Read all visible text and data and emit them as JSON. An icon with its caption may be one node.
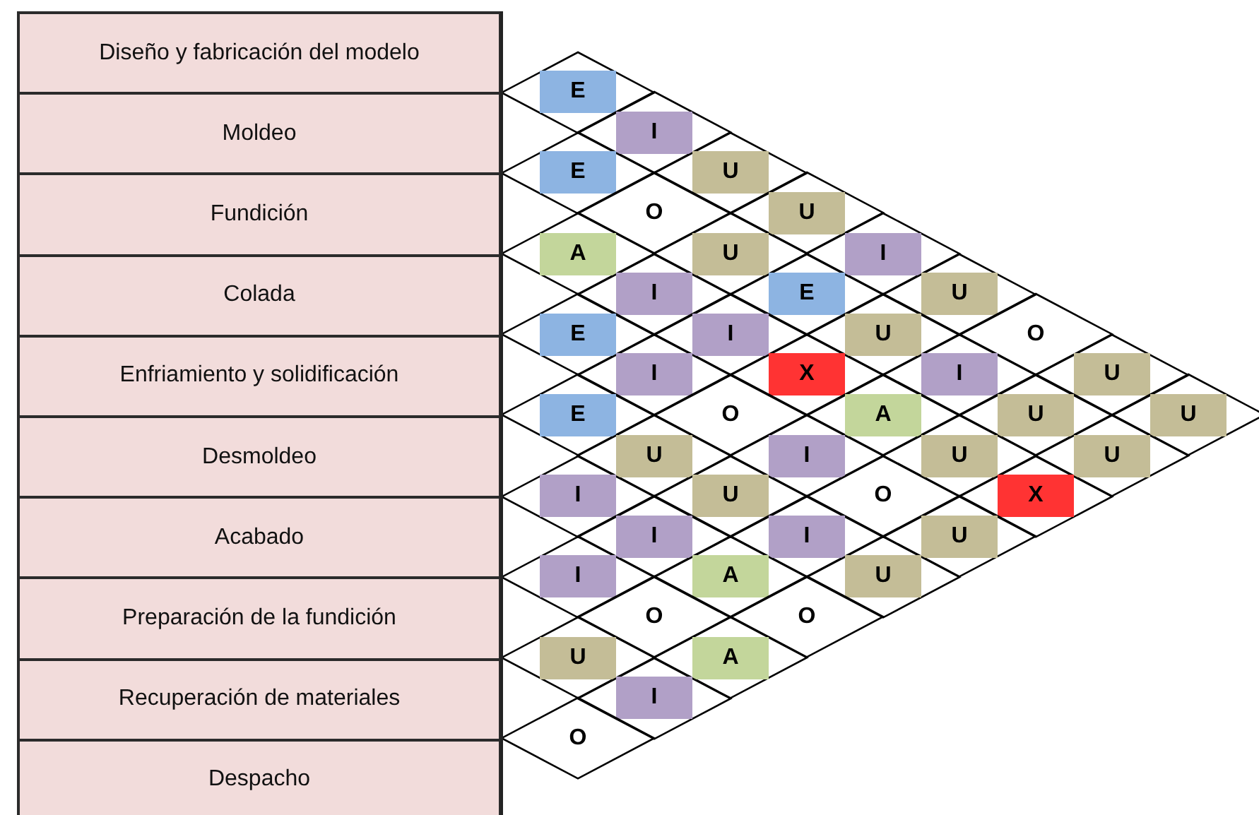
{
  "diagram": {
    "nodes": [
      {
        "text": [
          "Diseño y fabricación del modelo"
        ]
      },
      {
        "text": [
          "Moldeo"
        ]
      },
      {
        "text": [
          "Fundición"
        ]
      },
      {
        "text": [
          "Colada"
        ]
      },
      {
        "text": [
          "Enfriamiento y solidificación"
        ]
      },
      {
        "text": [
          "Desmoldeo"
        ]
      },
      {
        "text": [
          "Acabado"
        ]
      },
      {
        "text": [
          "Preparación de la fundición"
        ]
      },
      {
        "text": [
          "Recuperación de materiales"
        ]
      },
      {
        "text": [
          "Despacho"
        ]
      },
      {
        "text": [
          "E"
        ]
      },
      {
        "text": [
          "I"
        ]
      },
      {
        "text": [
          "E"
        ]
      },
      {
        "text": [
          "U"
        ]
      },
      {
        "text": [
          "O"
        ]
      },
      {
        "text": [
          "U"
        ]
      },
      {
        "text": [
          "A"
        ]
      },
      {
        "text": [
          "U"
        ]
      },
      {
        "text": [
          "I"
        ]
      },
      {
        "text": [
          "I"
        ]
      },
      {
        "text": [
          "E"
        ]
      },
      {
        "text": [
          "U"
        ]
      },
      {
        "text": [
          "E"
        ]
      },
      {
        "text": [
          "I"
        ]
      },
      {
        "text": [
          "U"
        ]
      },
      {
        "text": [
          "O"
        ]
      },
      {
        "text": [
          "I"
        ]
      },
      {
        "text": [
          "X"
        ]
      },
      {
        "text": [
          "I"
        ]
      },
      {
        "text": [
          "U"
        ]
      },
      {
        "text": [
          "E"
        ]
      },
      {
        "text": [
          "O"
        ]
      },
      {
        "text": [
          "A"
        ]
      },
      {
        "text": [
          "U"
        ]
      },
      {
        "text": [
          "U"
        ]
      },
      {
        "text": [
          "U"
        ]
      },
      {
        "text": [
          "I"
        ]
      },
      {
        "text": [
          "U"
        ]
      },
      {
        "text": [
          "U"
        ]
      },
      {
        "text": [
          "I"
        ]
      },
      {
        "text": [
          "U"
        ]
      },
      {
        "text": [
          "O"
        ]
      },
      {
        "text": [
          "X"
        ]
      },
      {
        "text": [
          "I"
        ]
      },
      {
        "text": [
          "I"
        ]
      },
      {
        "text": [
          "U"
        ]
      },
      {
        "text": [
          "I"
        ]
      },
      {
        "text": [
          "A"
        ]
      },
      {
        "text": [
          "U"
        ]
      },
      {
        "text": [
          "O"
        ]
      },
      {
        "text": [
          "O"
        ]
      },
      {
        "text": [
          "U"
        ]
      },
      {
        "text": [
          "A"
        ]
      },
      {
        "text": [
          "I"
        ]
      },
      {
        "text": [
          "O"
        ]
      }
    ]
  }
}
